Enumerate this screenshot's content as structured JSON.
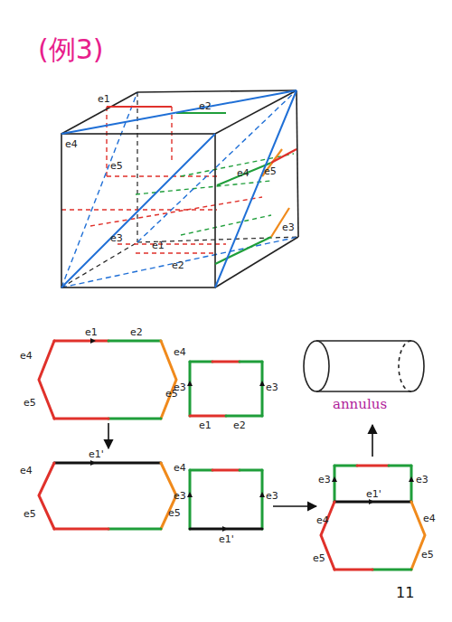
{
  "diagram": {
    "title": "(例3)",
    "labels": [
      "e1",
      "e2",
      "e4",
      "e5",
      "e4",
      "e5",
      "e3",
      "e3",
      "e1",
      "e2",
      "e1",
      "e2",
      "e4",
      "e4",
      "e5",
      "e5",
      "e3",
      "e3",
      "e1",
      "e2",
      "e1'",
      "e4",
      "e4",
      "e5",
      "e5",
      "e3",
      "e3",
      "e1'",
      "e3",
      "e3",
      "e1'",
      "e4",
      "e4",
      "e5",
      "e5",
      "annulus",
      "11"
    ]
  }
}
